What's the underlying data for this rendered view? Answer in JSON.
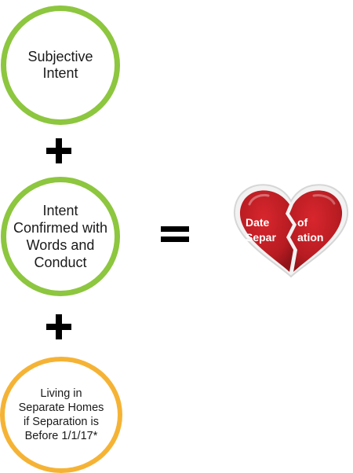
{
  "diagram": {
    "circles": [
      {
        "id": "subjective-intent",
        "label": "Subjective\nIntent",
        "color": "#8dc63f"
      },
      {
        "id": "intent-confirmed",
        "label": "Intent\nConfirmed with\nWords and\nConduct",
        "color": "#8dc63f"
      },
      {
        "id": "living-separate",
        "label": "Living in\nSeparate Homes\nif Separation is\nBefore 1/1/17*",
        "color": "#f5b335"
      }
    ],
    "operators": {
      "plus_1": "+",
      "plus_2": "+",
      "equals": "="
    },
    "heart": {
      "color": "#bd1e24",
      "left_line_1": "Date",
      "right_line_1": "of",
      "left_line_2": "Separ",
      "right_line_2": "ation"
    }
  },
  "icons": {
    "plus": "plus-icon",
    "equals": "equals-icon",
    "heart": "broken-heart-icon"
  }
}
